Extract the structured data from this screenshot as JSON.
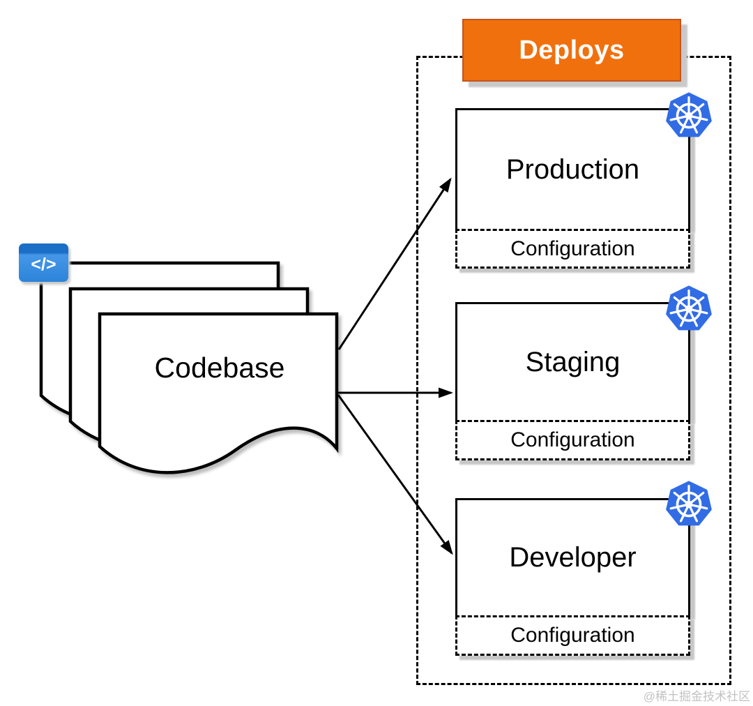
{
  "deploys": {
    "label": "Deploys"
  },
  "codebase": {
    "label": "Codebase",
    "badge_glyph": "</>"
  },
  "environments": [
    {
      "name": "Production",
      "config_label": "Configuration"
    },
    {
      "name": "Staging",
      "config_label": "Configuration"
    },
    {
      "name": "Developer",
      "config_label": "Configuration"
    }
  ],
  "watermark": "@稀土掘金技术社区",
  "icons": {
    "kubernetes": "kubernetes-helm-wheel-icon",
    "code_badge": "code-tag-icon"
  },
  "colors": {
    "deploys_fill": "#F1700E",
    "deploys_border": "#C4541E",
    "kubernetes_blue": "#326CE5",
    "badge_blue_top": "#1A6EC6",
    "badge_blue_body": "#2C84D9",
    "line_black": "#000000",
    "shadow_gray": "#C6C6C6",
    "watermark_gray": "#C2C2C2"
  }
}
